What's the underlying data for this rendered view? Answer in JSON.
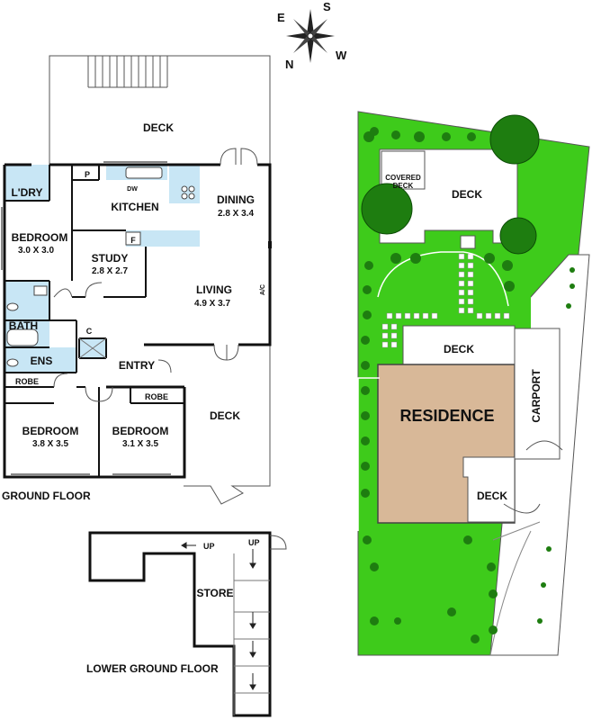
{
  "compass": {
    "north": "N",
    "south": "S",
    "east": "E",
    "west": "W"
  },
  "ground_floor": {
    "title": "GROUND FLOOR",
    "deck_top": "DECK",
    "deck_right": "DECK",
    "laundry": "L'DRY",
    "pantry": "P",
    "dishwasher": "DW",
    "fridge": "F",
    "kitchen": "KITCHEN",
    "dining": "DINING",
    "dining_dim": "2.8 X 3.4",
    "bedroom1": "BEDROOM",
    "bedroom1_dim": "3.0 X 3.0",
    "study": "STUDY",
    "study_dim": "2.8 X 2.7",
    "living": "LIVING",
    "living_dim": "4.9 X 3.7",
    "ac": "A/C",
    "bath": "BATH",
    "cupboard": "C",
    "ensuite": "ENS",
    "entry": "ENTRY",
    "robe1": "ROBE",
    "robe2": "ROBE",
    "bedroom2": "BEDROOM",
    "bedroom2_dim": "3.8 X 3.5",
    "bedroom3": "BEDROOM",
    "bedroom3_dim": "3.1 X 3.5"
  },
  "lower_ground_floor": {
    "title": "LOWER GROUND FLOOR",
    "store": "STORE",
    "up1": "UP",
    "up2": "UP"
  },
  "site_plan": {
    "covered_deck_1": "COVERED",
    "covered_deck_2": "DECK",
    "deck_top": "DECK",
    "deck_mid": "DECK",
    "residence": "RESIDENCE",
    "carport": "CARPORT",
    "deck_low": "DECK"
  },
  "colors": {
    "wet_area": "#c8e6f5",
    "lawn": "#3ecb1b",
    "tree": "#1e7d10",
    "residence": "#d8b898"
  }
}
